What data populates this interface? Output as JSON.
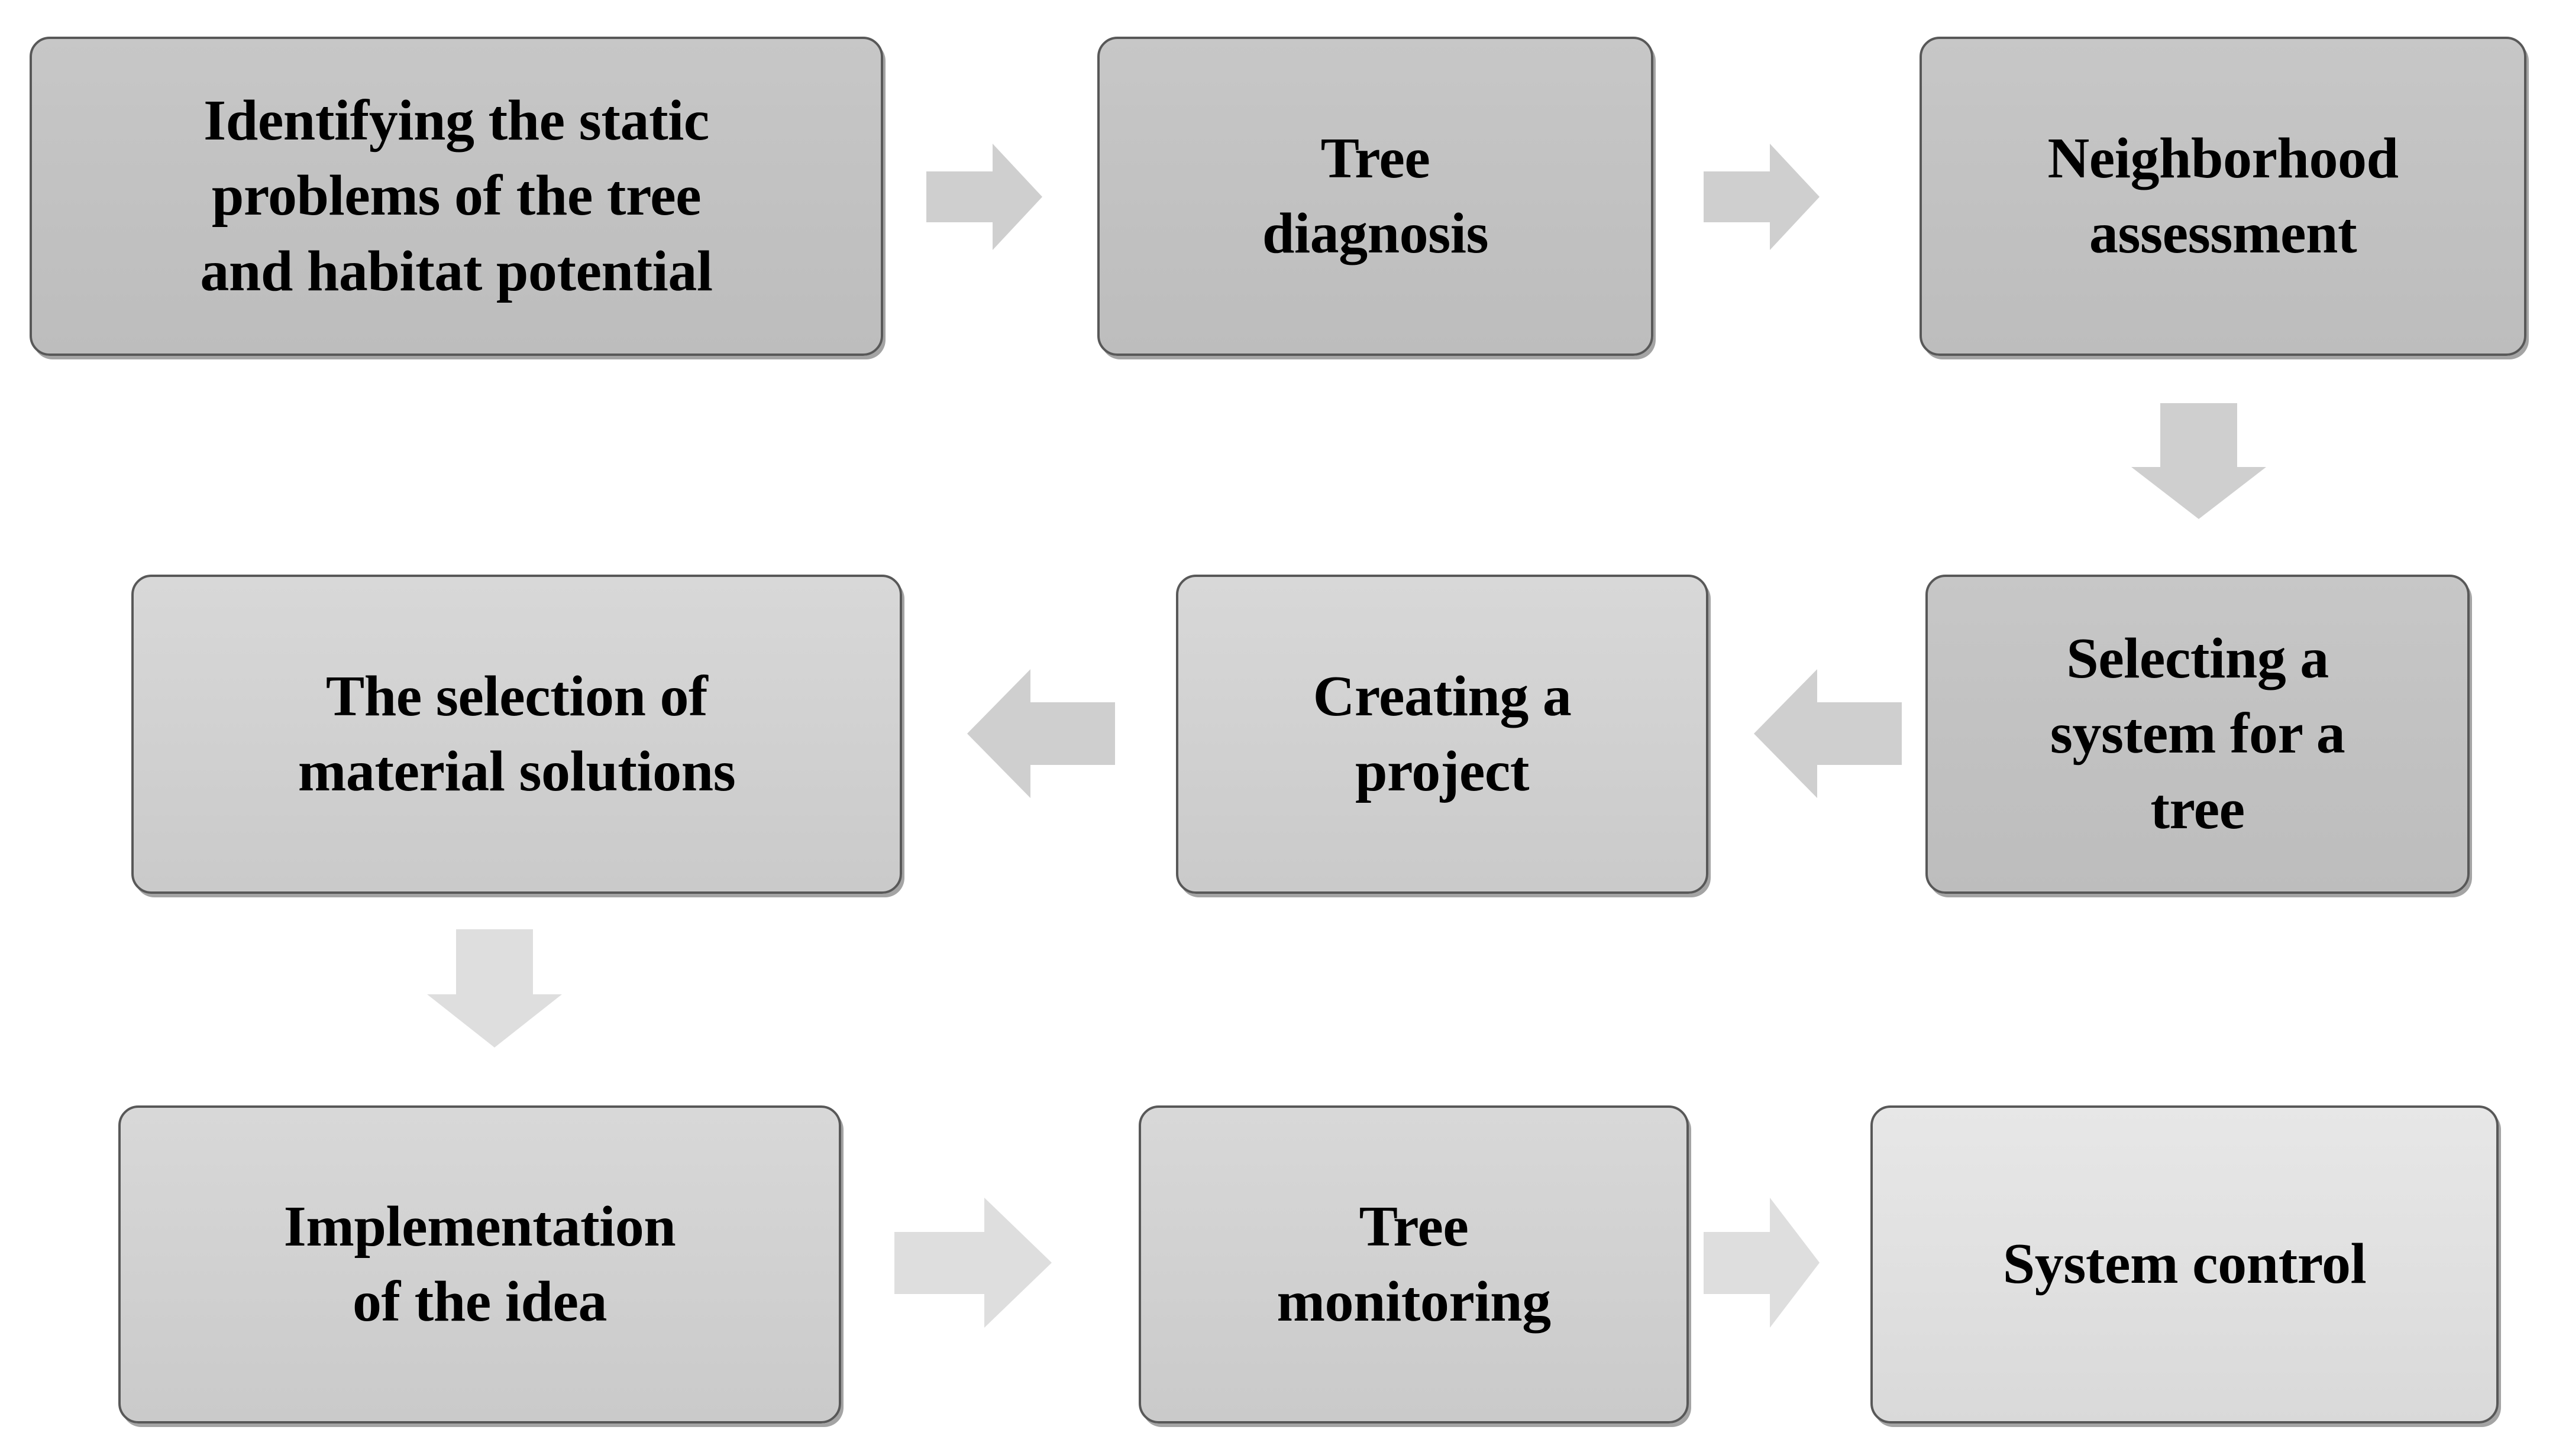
{
  "diagram": {
    "title": "Tree support system process flow",
    "type": "flowchart",
    "background_color": "#ffffff",
    "box_border_color": "#585858",
    "box_fill_dark": "#c2c2c2",
    "box_fill_mid": "#d1d1d1",
    "box_fill_light": "#e0e0e0",
    "arrow_fill_dark": "#cfcfcf",
    "arrow_fill_light": "#dedede",
    "text_color": "#000000"
  },
  "nodes": [
    {
      "id": "n1",
      "label": "Identifying the static\nproblems of the tree\nand habitat potential",
      "tone": "dark",
      "row": 1,
      "col": 1
    },
    {
      "id": "n2",
      "label": "Tree\ndiagnosis",
      "tone": "dark",
      "row": 1,
      "col": 2
    },
    {
      "id": "n3",
      "label": "Neighborhood\nassessment",
      "tone": "dark",
      "row": 1,
      "col": 3
    },
    {
      "id": "n4",
      "label": "Selecting a\nsystem for a\ntree",
      "tone": "dark",
      "row": 2,
      "col": 3
    },
    {
      "id": "n5",
      "label": "Creating a\nproject",
      "tone": "mid",
      "row": 2,
      "col": 2
    },
    {
      "id": "n6",
      "label": "The selection of\nmaterial solutions",
      "tone": "mid",
      "row": 2,
      "col": 1
    },
    {
      "id": "n7",
      "label": "Implementation\nof the idea",
      "tone": "mid",
      "row": 3,
      "col": 1
    },
    {
      "id": "n8",
      "label": "Tree\nmonitoring",
      "tone": "mid",
      "row": 3,
      "col": 2
    },
    {
      "id": "n9",
      "label": "System control",
      "tone": "light",
      "row": 3,
      "col": 3
    }
  ],
  "arrows": [
    {
      "id": "a1",
      "from": "n1",
      "to": "n2",
      "direction": "right"
    },
    {
      "id": "a2",
      "from": "n2",
      "to": "n3",
      "direction": "right"
    },
    {
      "id": "a3",
      "from": "n3",
      "to": "n4",
      "direction": "down"
    },
    {
      "id": "a4",
      "from": "n4",
      "to": "n5",
      "direction": "left"
    },
    {
      "id": "a5",
      "from": "n5",
      "to": "n6",
      "direction": "left"
    },
    {
      "id": "a6",
      "from": "n6",
      "to": "n7",
      "direction": "down"
    },
    {
      "id": "a7",
      "from": "n7",
      "to": "n8",
      "direction": "right"
    },
    {
      "id": "a8",
      "from": "n8",
      "to": "n9",
      "direction": "right"
    }
  ]
}
